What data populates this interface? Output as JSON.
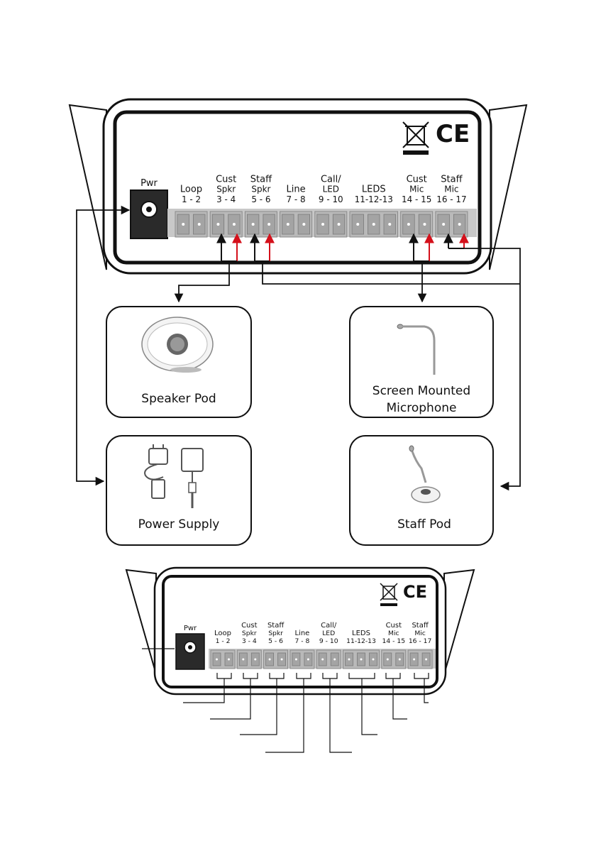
{
  "top_unit": {
    "power_label": "Pwr",
    "terminals": [
      {
        "name": "Loop",
        "pins": "1 - 2"
      },
      {
        "name": "Cust",
        "name2": "Spkr",
        "pins": "3 - 4"
      },
      {
        "name": "Staff",
        "name2": "Spkr",
        "pins": "5 - 6"
      },
      {
        "name": "Line",
        "pins": "7 - 8"
      },
      {
        "name": "Call/",
        "name2": "LED",
        "pins": "9 - 10"
      },
      {
        "name": "LEDS",
        "pins": "11-12-13"
      },
      {
        "name": "Cust",
        "name2": "Mic",
        "pins": "14 - 15"
      },
      {
        "name": "Staff",
        "name2": "Mic",
        "pins": "16 - 17"
      }
    ],
    "ce_mark": "CE"
  },
  "devices": {
    "speaker_pod": "Speaker Pod",
    "screen_mic_line1": "Screen Mounted",
    "screen_mic_line2": "Microphone",
    "power_supply": "Power Supply",
    "staff_pod": "Staff Pod"
  },
  "bottom_unit": {
    "power_label": "Pwr",
    "ce_mark": "CE"
  },
  "colors": {
    "outline": "#111111",
    "terminal_block": "#b9b9b9",
    "power_jack": "#2a2a2a",
    "red_wire": "#d4101b",
    "black_wire": "#111111"
  }
}
